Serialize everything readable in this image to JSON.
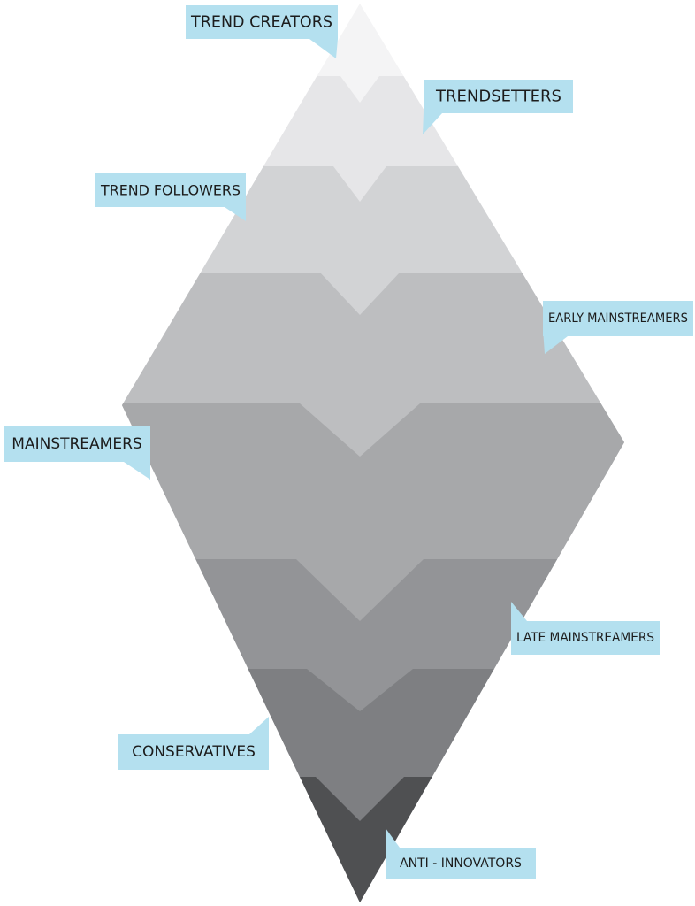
{
  "diagram": {
    "label_fill": "#b4e0ef",
    "label_text_color": "#1c1c1c",
    "segments": [
      {
        "name": "trend-creators",
        "label": "TREND CREATORS",
        "fill": "#f4f4f5"
      },
      {
        "name": "trendsetters",
        "label": "TRENDSETTERS",
        "fill": "#e6e6e8"
      },
      {
        "name": "trend-followers",
        "label": "TREND FOLLOWERS",
        "fill": "#d2d3d5"
      },
      {
        "name": "early-mainstreamers",
        "label": "EARLY MAINSTREAMERS",
        "fill": "#bdbec0"
      },
      {
        "name": "mainstreamers",
        "label": "MAINSTREAMERS",
        "fill": "#a7a8aa"
      },
      {
        "name": "late-mainstreamers",
        "label": "LATE MAINSTREAMERS",
        "fill": "#939497"
      },
      {
        "name": "conservatives",
        "label": "CONSERVATIVES",
        "fill": "#7e7f82"
      },
      {
        "name": "anti-innovators",
        "label": "ANTI - INNOVATORS",
        "fill": "#4f5052"
      }
    ]
  }
}
